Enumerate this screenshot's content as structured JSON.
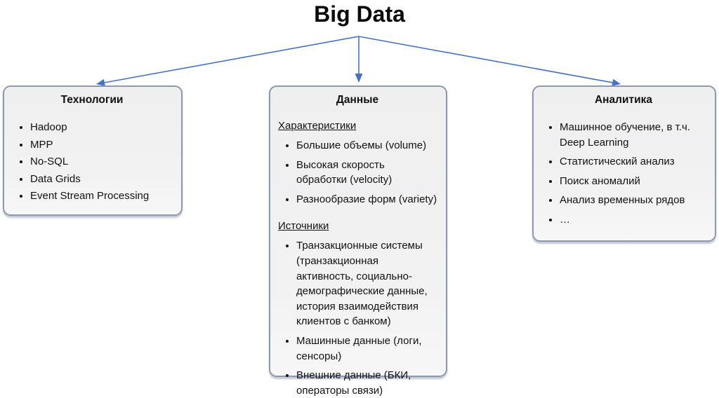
{
  "title": "Big Data",
  "colors": {
    "arrow": "#4472c4",
    "box_border": "#8e99ad",
    "text": "#111111"
  },
  "boxes": [
    {
      "id": "technologies",
      "header": "Технологии",
      "sections": [
        {
          "items": [
            "Hadoop",
            "MPP",
            "No-SQL",
            "Data Grids",
            "Event Stream Processing"
          ]
        }
      ]
    },
    {
      "id": "data",
      "header": "Данные",
      "sections": [
        {
          "label": "Характеристики",
          "items": [
            "Большие объемы (volume)",
            "Высокая скорость обработки (velocity)",
            "Разнообразие форм (variety)"
          ]
        },
        {
          "label": "Источники",
          "items": [
            "Транзакционные системы (транзакционная активность, социально-демографические данные, история взаимодействия клиентов с банком)",
            "Машинные данные (логи, сенсоры)",
            "Внешние данные (БКИ, операторы связи)"
          ]
        }
      ]
    },
    {
      "id": "analytics",
      "header": "Аналитика",
      "sections": [
        {
          "items": [
            "Машинное обучение, в т.ч. Deep Learning",
            "Статистический анализ",
            "Поиск аномалий",
            "Анализ временных рядов",
            "…"
          ]
        }
      ]
    }
  ]
}
